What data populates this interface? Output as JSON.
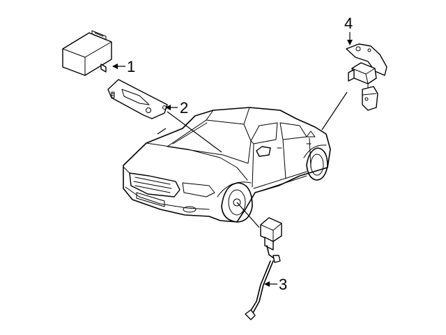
{
  "diagram": {
    "callouts": [
      {
        "id": "1",
        "label": "1"
      },
      {
        "id": "2",
        "label": "2"
      },
      {
        "id": "3",
        "label": "3"
      },
      {
        "id": "4",
        "label": "4"
      }
    ]
  },
  "icons": [
    "control-module",
    "mounting-bracket",
    "level-sensor-rear",
    "level-sensor-front",
    "sedan"
  ]
}
